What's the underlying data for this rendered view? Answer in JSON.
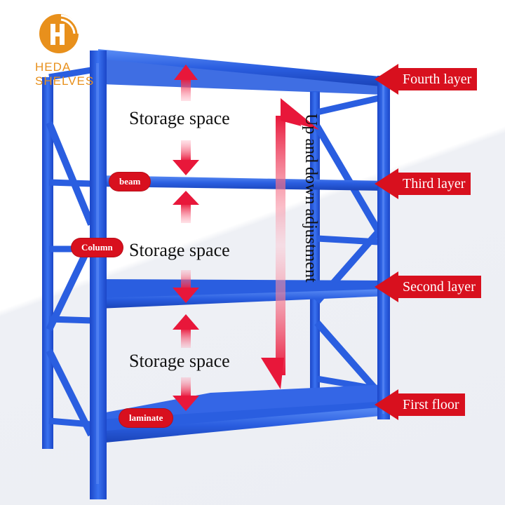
{
  "brand": {
    "name": "HEDA SHELVES",
    "logo_letter": "H",
    "color": "#e8901c"
  },
  "colors": {
    "rack_blue": "#2a5ee0",
    "callout_red": "#d8101e",
    "background": "#eef0f5"
  },
  "layer_callouts": [
    {
      "label": "Fourth layer"
    },
    {
      "label": "Third layer"
    },
    {
      "label": "Second layer"
    },
    {
      "label": "First floor"
    }
  ],
  "part_labels": {
    "beam": "beam",
    "column": "Column",
    "laminate": "laminate"
  },
  "storage_labels": [
    {
      "label": "Storage space"
    },
    {
      "label": "Storage space"
    },
    {
      "label": "Storage space"
    }
  ],
  "adjustment_label": "Up and down adjustment"
}
